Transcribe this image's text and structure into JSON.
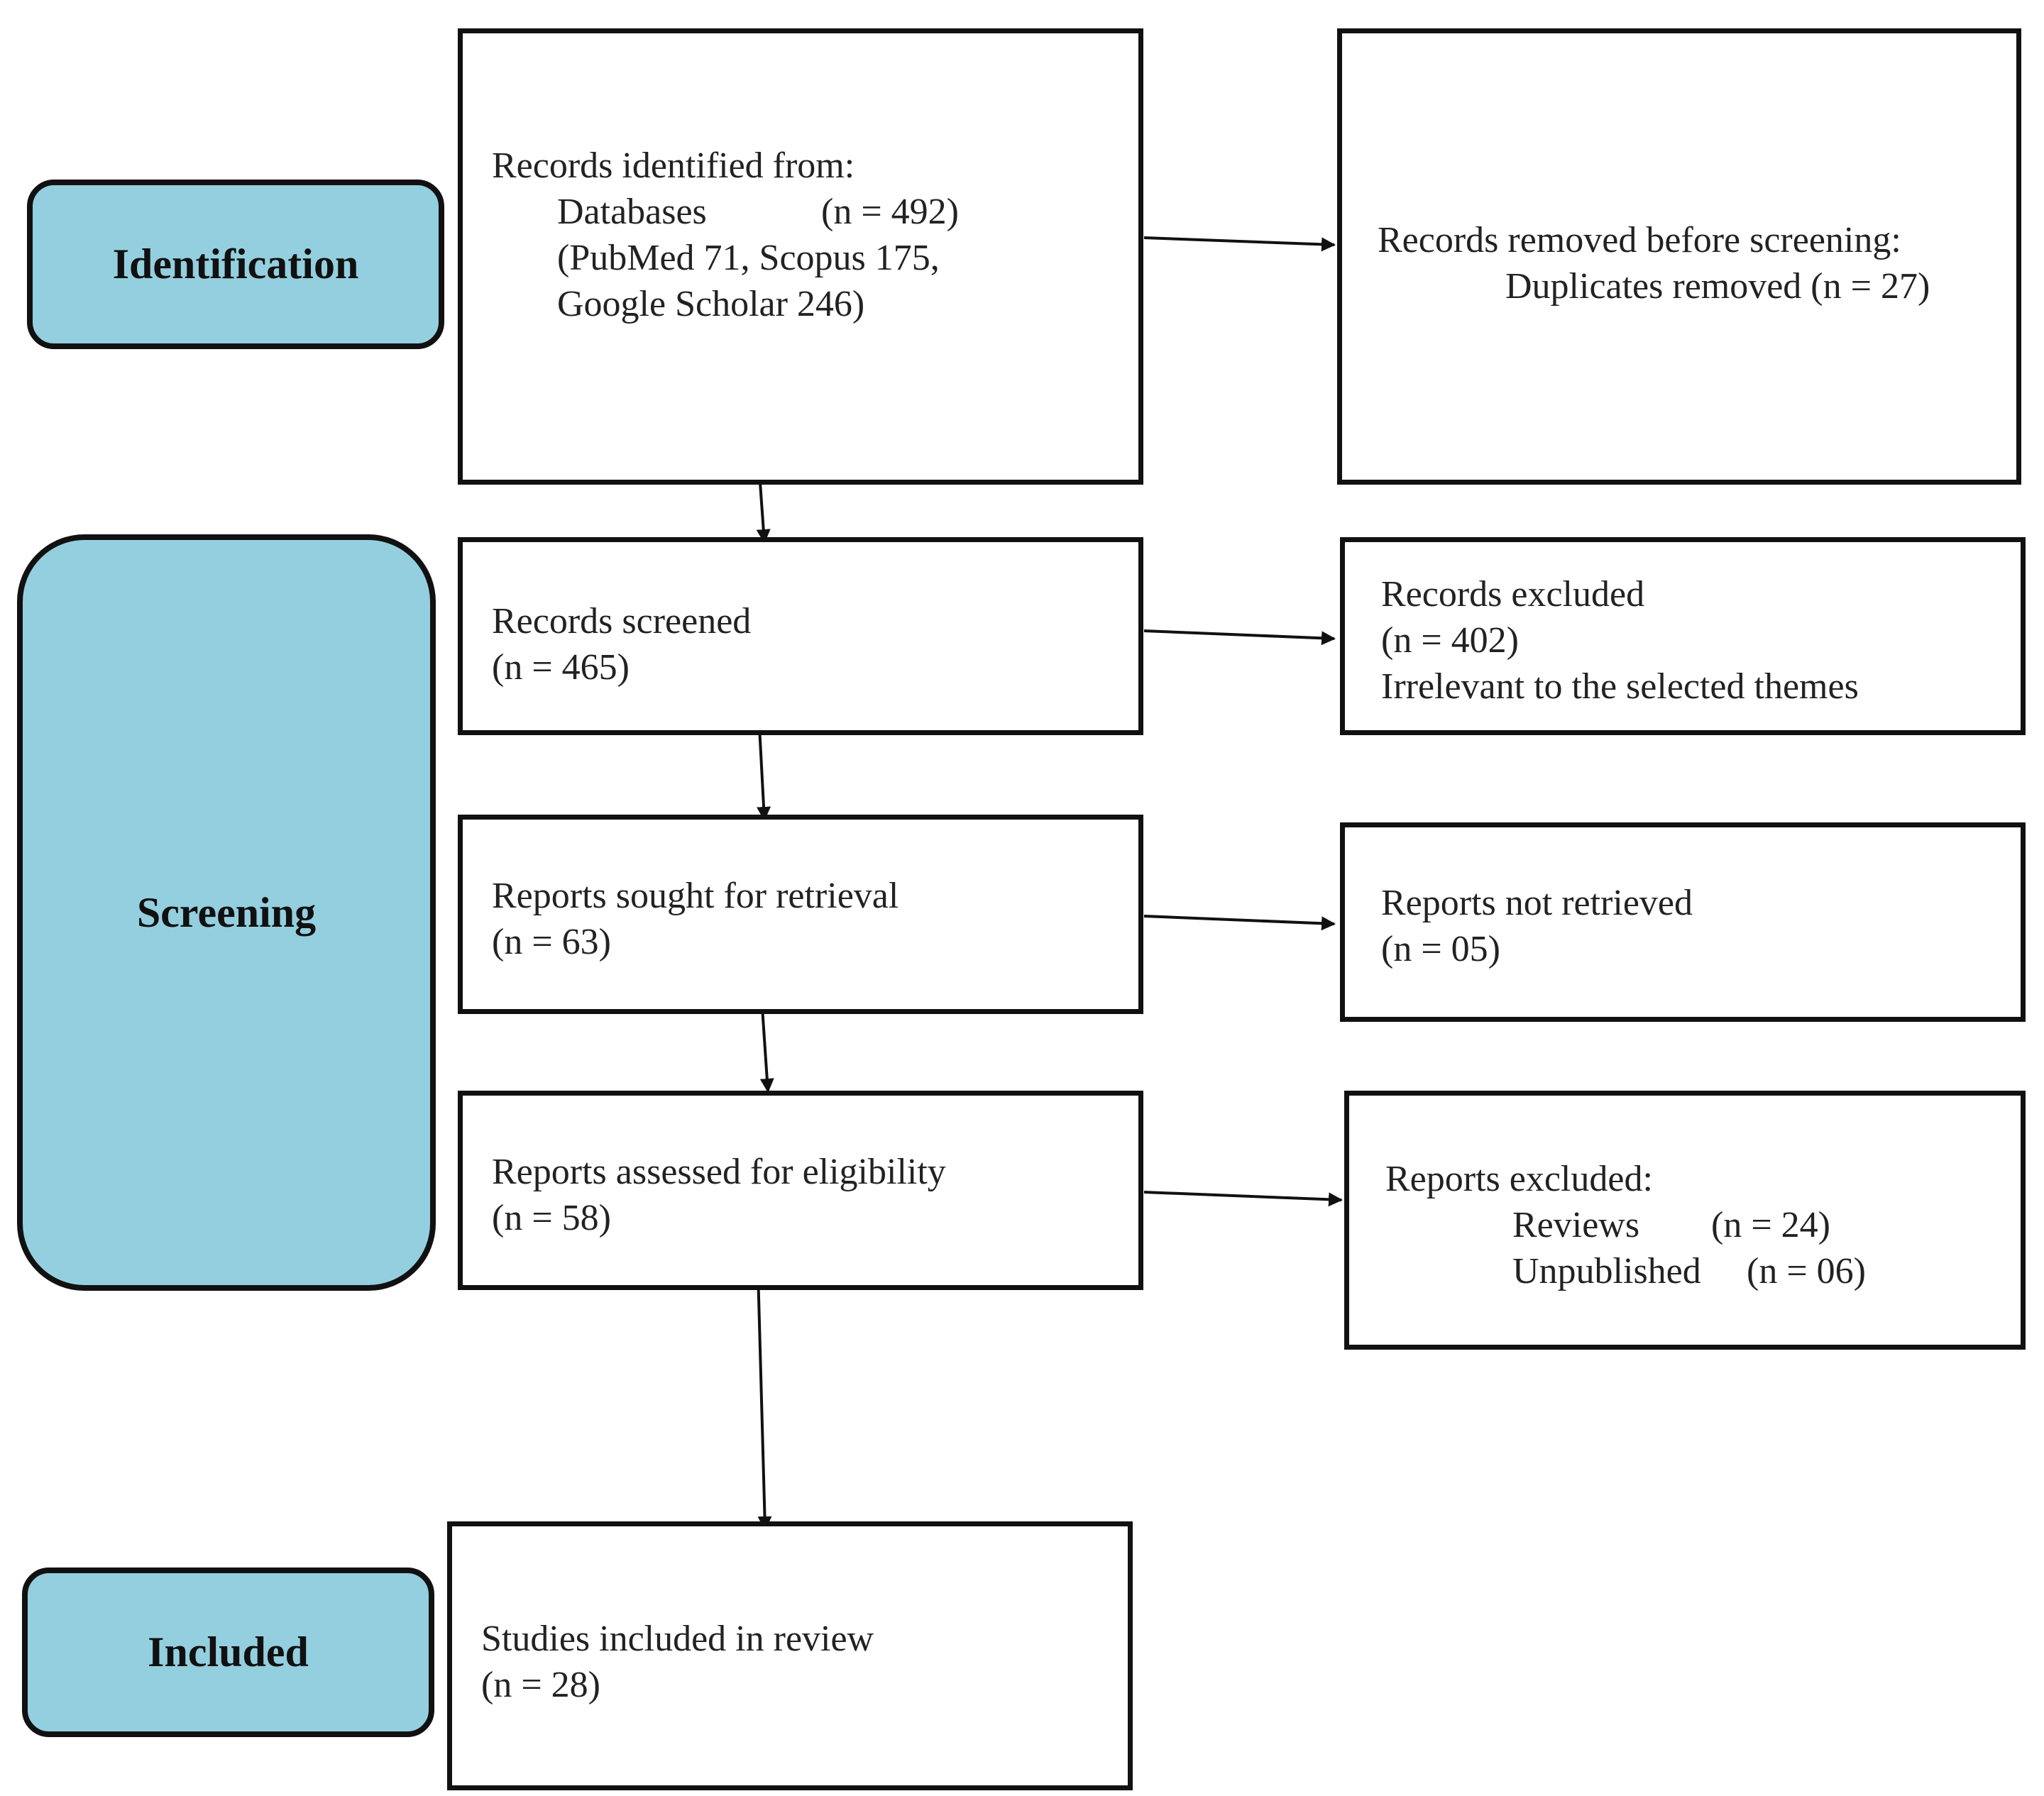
{
  "stages": {
    "identification": "Identification",
    "screening": "Screening",
    "included": "Included"
  },
  "identified": {
    "heading": "Records identified from:",
    "databases_label": "Databases",
    "databases_n": "(n = 492)",
    "sources_line1": "(PubMed 71, Scopus 175,",
    "sources_line2": "Google Scholar 246)"
  },
  "removed": {
    "heading": "Records removed before screening:",
    "duplicates": "Duplicates removed (n = 27)"
  },
  "screened": {
    "label": "Records screened",
    "n": "(n = 465)"
  },
  "excluded_records": {
    "label": "Records excluded",
    "n": "(n = 402)",
    "reason": "Irrelevant to the selected themes"
  },
  "sought": {
    "label": "Reports sought for retrieval",
    "n": "(n = 63)"
  },
  "not_retrieved": {
    "label": "Reports not retrieved",
    "n": "(n = 05)"
  },
  "assessed": {
    "label": "Reports assessed for eligibility",
    "n": "(n = 58)"
  },
  "excluded_reports": {
    "heading": "Reports excluded:",
    "reviews_label": "Reviews",
    "reviews_n": "(n = 24)",
    "unpublished_label": "Unpublished",
    "unpublished_n": "(n = 06)"
  },
  "included": {
    "label": "Studies included in review",
    "n": "(n = 28)"
  },
  "colors": {
    "stage_fill": "#94cfdf",
    "border": "#111111",
    "text": "#222222"
  }
}
